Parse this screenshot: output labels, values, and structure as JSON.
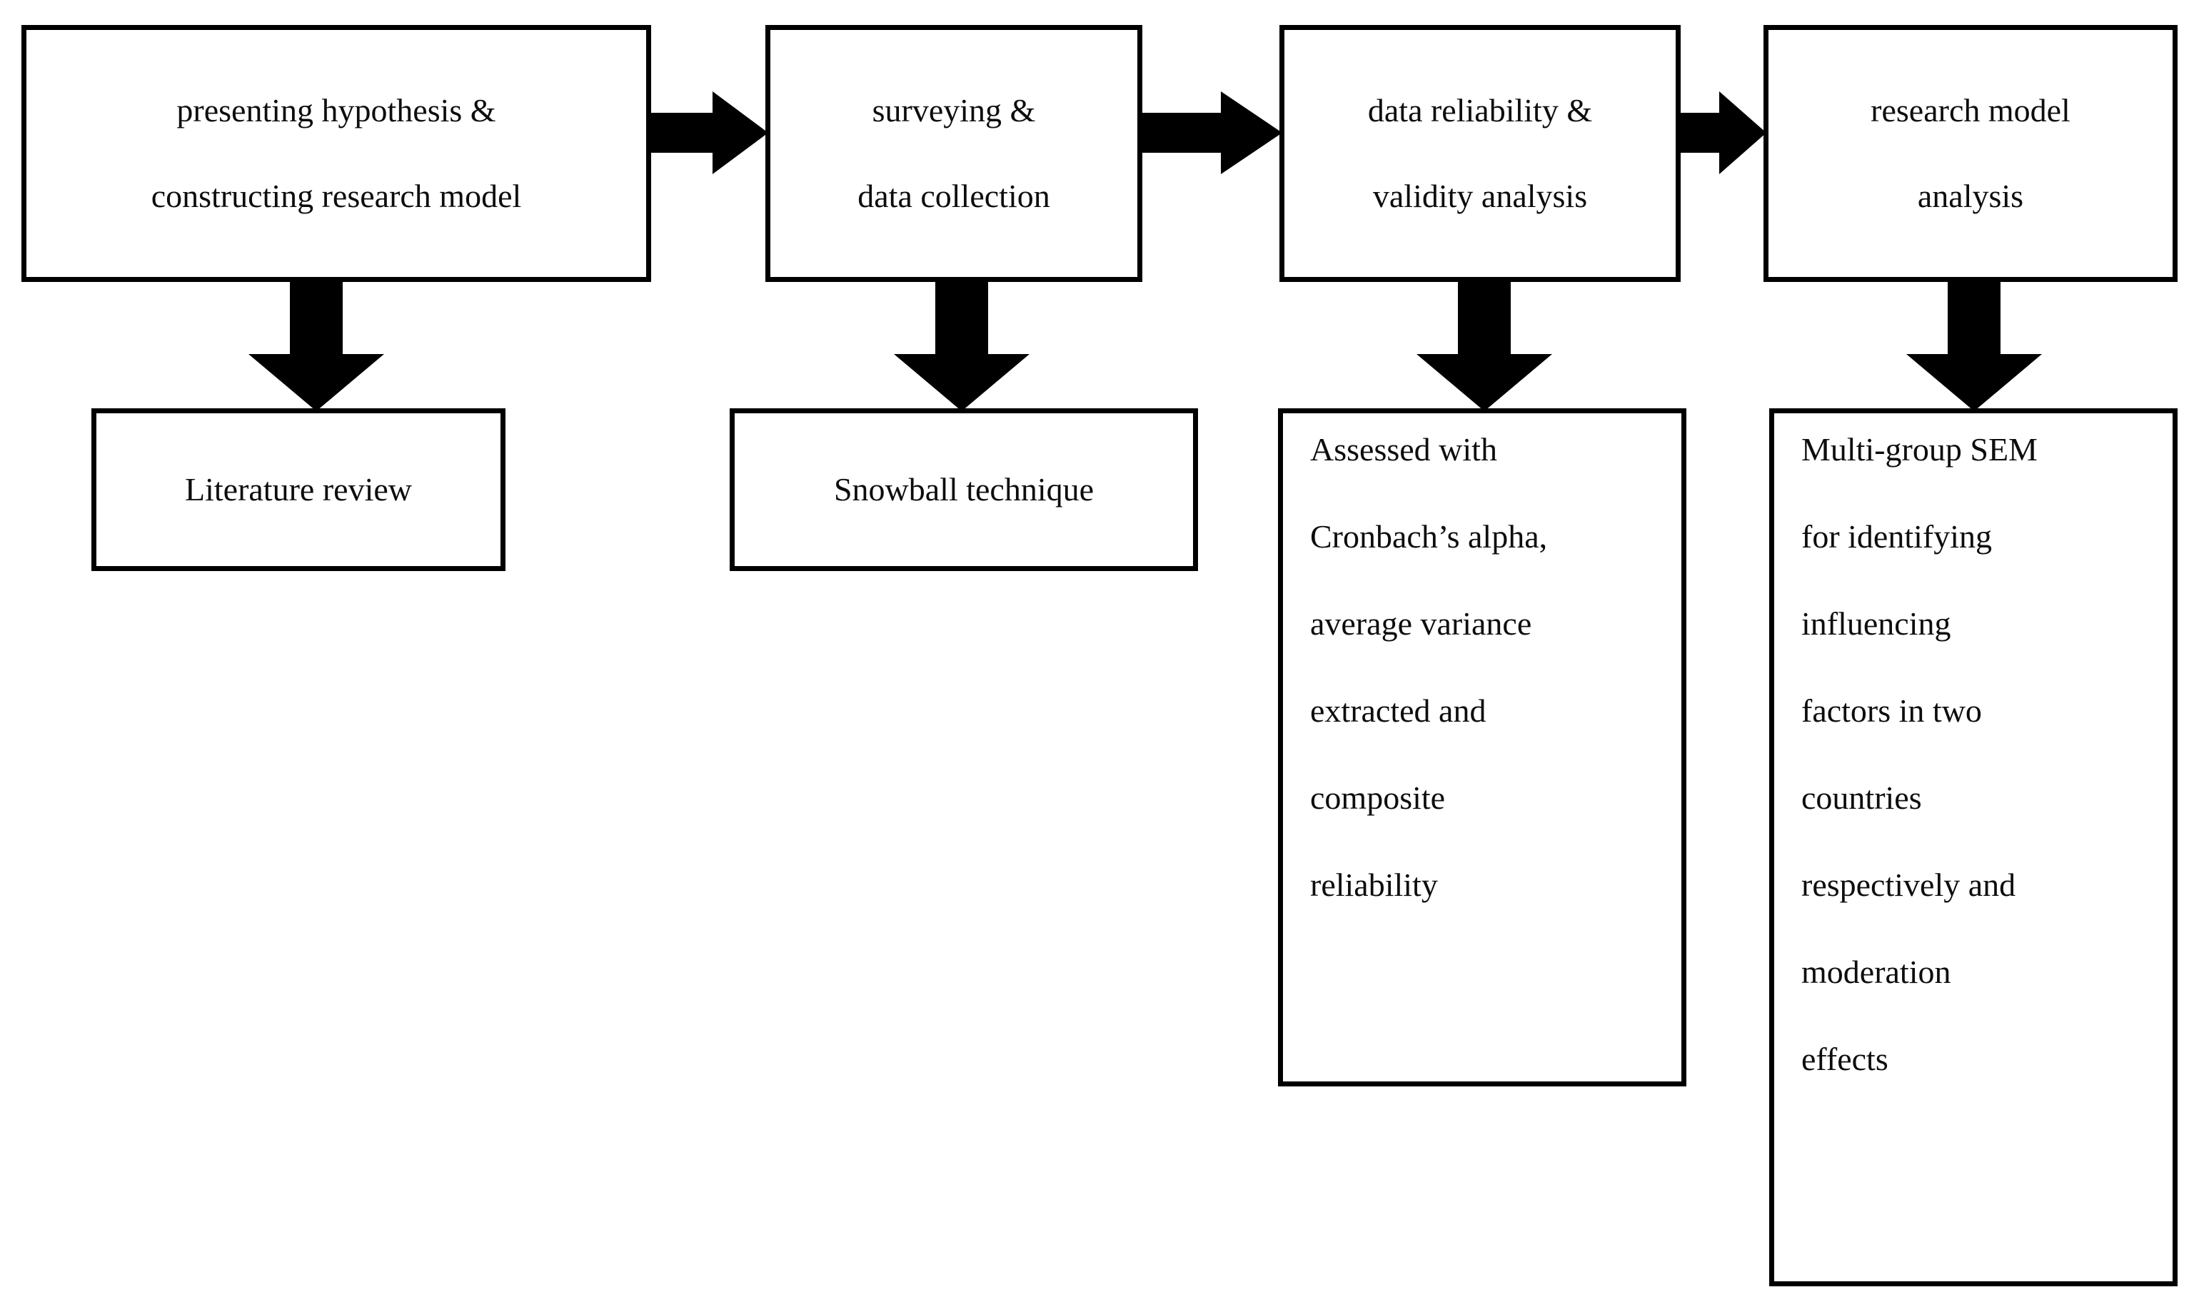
{
  "diagram": {
    "title": "research process flowchart",
    "stroke_color": "#000000",
    "fill_color": "#ffffff",
    "text_color": "#0d0d0d"
  },
  "stages": [
    {
      "id": "stage-1",
      "lines": [
        "presenting hypothesis &",
        "constructing research model"
      ],
      "detail": {
        "id": "detail-1",
        "lines": [
          "Literature review"
        ]
      }
    },
    {
      "id": "stage-2",
      "lines": [
        "surveying &",
        "data collection"
      ],
      "detail": {
        "id": "detail-2",
        "lines": [
          "Snowball technique"
        ]
      }
    },
    {
      "id": "stage-3",
      "lines": [
        "data reliability &",
        "validity analysis"
      ],
      "detail": {
        "id": "detail-3",
        "lines": [
          "Assessed with",
          "Cronbach’s alpha,",
          "average variance",
          "extracted and",
          "composite",
          "reliability"
        ]
      }
    },
    {
      "id": "stage-4",
      "lines": [
        "research model",
        "analysis"
      ],
      "detail": {
        "id": "detail-4",
        "lines": [
          "Multi-group SEM",
          "for identifying",
          "influencing",
          "factors in two",
          "countries",
          "respectively and",
          "moderation",
          "effects"
        ]
      }
    }
  ],
  "connectors": {
    "horizontal": [
      {
        "id": "arrow-stage1-to-stage2",
        "icon": "arrow-right-icon"
      },
      {
        "id": "arrow-stage2-to-stage3",
        "icon": "arrow-right-icon"
      },
      {
        "id": "arrow-stage3-to-stage4",
        "icon": "arrow-right-icon"
      }
    ],
    "vertical": [
      {
        "id": "arrow-stage1-to-detail1",
        "icon": "arrow-down-icon"
      },
      {
        "id": "arrow-stage2-to-detail2",
        "icon": "arrow-down-icon"
      },
      {
        "id": "arrow-stage3-to-detail3",
        "icon": "arrow-down-icon"
      },
      {
        "id": "arrow-stage4-to-detail4",
        "icon": "arrow-down-icon"
      }
    ]
  }
}
